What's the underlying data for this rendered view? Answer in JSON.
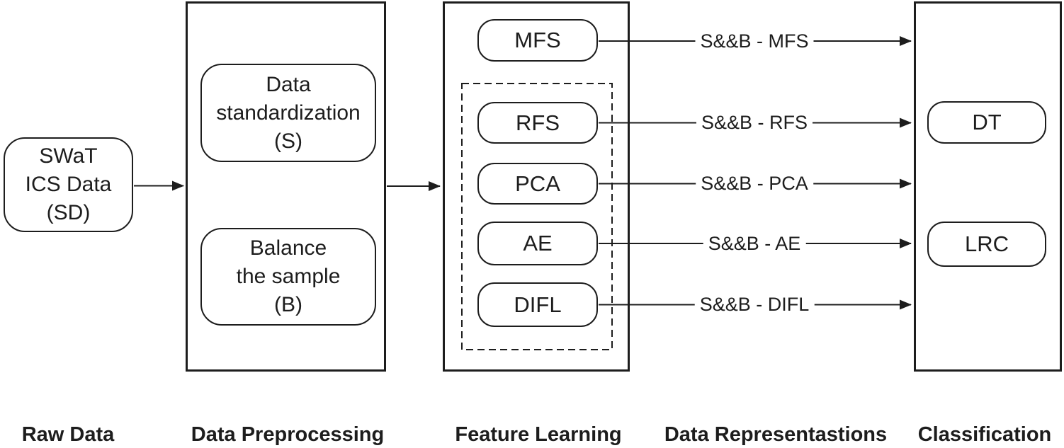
{
  "figure": {
    "raw": {
      "lines": [
        "SWaT",
        "ICS Data",
        "(SD)"
      ]
    },
    "preprocessing": {
      "standardization": {
        "lines": [
          "Data",
          "standardization",
          "(S)"
        ]
      },
      "balance": {
        "lines": [
          "Balance",
          "the sample",
          "(B)"
        ]
      }
    },
    "feature_learning": {
      "mfs": "MFS",
      "rfs": "RFS",
      "pca": "PCA",
      "ae": "AE",
      "difl": "DIFL"
    },
    "classification": {
      "dt": "DT",
      "lrc": "LRC"
    },
    "representations": {
      "mfs": "S&&B - MFS",
      "rfs": "S&&B - RFS",
      "pca": "S&&B - PCA",
      "ae": "S&&B - AE",
      "difl": "S&&B - DIFL"
    },
    "column_labels": {
      "raw": "Raw Data",
      "preprocessing": "Data Preprocessing",
      "feature": "Feature Learning",
      "representations": "Data Representastions",
      "classification": "Classification"
    },
    "colors": {
      "stroke": "#1d1d1d",
      "background": "#ffffff"
    }
  }
}
